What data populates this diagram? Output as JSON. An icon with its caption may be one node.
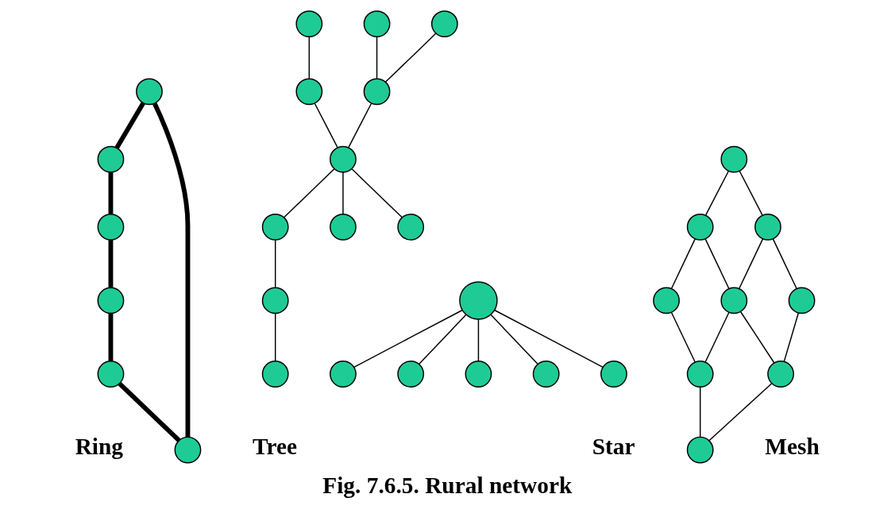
{
  "diagram": {
    "caption": "Fig. 7.6.5. Rural network",
    "nodes": [
      {
        "text": [],
        "shape": "circle"
      },
      {
        "text": [],
        "shape": "circle"
      },
      {
        "text": [],
        "shape": "circle"
      },
      {
        "text": [],
        "shape": "circle"
      },
      {
        "text": [],
        "shape": "circle"
      },
      {
        "text": [],
        "shape": "circle"
      },
      {
        "text": [],
        "shape": "circle"
      },
      {
        "text": [],
        "shape": "circle"
      },
      {
        "text": [],
        "shape": "circle"
      },
      {
        "text": [],
        "shape": "circle"
      },
      {
        "text": [],
        "shape": "circle"
      },
      {
        "text": [],
        "shape": "circle"
      },
      {
        "text": [],
        "shape": "circle"
      },
      {
        "text": [],
        "shape": "circle"
      },
      {
        "text": [],
        "shape": "circle"
      },
      {
        "text": [],
        "shape": "circle"
      },
      {
        "text": [],
        "shape": "circle"
      },
      {
        "text": [],
        "shape": "circle"
      },
      {
        "text": [],
        "shape": "circle"
      },
      {
        "text": [],
        "shape": "circle"
      },
      {
        "text": [],
        "shape": "circle"
      },
      {
        "text": [],
        "shape": "circle"
      },
      {
        "text": [],
        "shape": "circle"
      },
      {
        "text": [],
        "shape": "circle"
      },
      {
        "text": [],
        "shape": "circle"
      },
      {
        "text": [],
        "shape": "circle"
      },
      {
        "text": [],
        "shape": "circle"
      },
      {
        "text": [],
        "shape": "circle"
      },
      {
        "text": [],
        "shape": "circle"
      },
      {
        "text": [],
        "shape": "circle"
      },
      {
        "text": [],
        "shape": "circle"
      },
      {
        "text": [],
        "shape": "circle"
      }
    ],
    "edges": [
      {
        "from": 0,
        "to": 1,
        "arrow": "none",
        "style": "thick"
      },
      {
        "from": 1,
        "to": 3,
        "arrow": "none",
        "style": "thick"
      },
      {
        "from": 3,
        "to": 5,
        "arrow": "none",
        "style": "thick"
      },
      {
        "from": 5,
        "to": 4,
        "arrow": "none",
        "style": "thick"
      },
      {
        "from": 4,
        "to": 2,
        "arrow": "none",
        "style": "thick"
      },
      {
        "from": 2,
        "to": 0,
        "arrow": "none",
        "style": "thick"
      },
      {
        "from": 7,
        "to": 10,
        "arrow": "none"
      },
      {
        "from": 8,
        "to": 10,
        "arrow": "none"
      },
      {
        "from": 6,
        "to": 9,
        "arrow": "none"
      },
      {
        "from": 9,
        "to": 11,
        "arrow": "none"
      },
      {
        "from": 10,
        "to": 11,
        "arrow": "none"
      },
      {
        "from": 11,
        "to": 13,
        "arrow": "none"
      },
      {
        "from": 11,
        "to": 14,
        "arrow": "none"
      },
      {
        "from": 11,
        "to": 12,
        "arrow": "none"
      },
      {
        "from": 12,
        "to": 15,
        "arrow": "none"
      },
      {
        "from": 15,
        "to": 16,
        "arrow": "none"
      },
      {
        "from": 19,
        "to": 18,
        "arrow": "none"
      },
      {
        "from": 19,
        "to": 17,
        "arrow": "none"
      },
      {
        "from": 19,
        "to": 20,
        "arrow": "none"
      },
      {
        "from": 19,
        "to": 21,
        "arrow": "none"
      },
      {
        "from": 19,
        "to": 22,
        "arrow": "none"
      },
      {
        "from": 23,
        "to": 24,
        "arrow": "none"
      },
      {
        "from": 24,
        "to": 25,
        "arrow": "none"
      },
      {
        "from": 26,
        "to": 27,
        "arrow": "none"
      },
      {
        "from": 27,
        "to": 28,
        "arrow": "none"
      },
      {
        "from": 29,
        "to": 30,
        "arrow": "none"
      },
      {
        "from": 30,
        "to": 31,
        "arrow": "none"
      },
      {
        "from": 23,
        "to": 26,
        "arrow": "none"
      },
      {
        "from": 26,
        "to": 29,
        "arrow": "none"
      },
      {
        "from": 24,
        "to": 27,
        "arrow": "none"
      },
      {
        "from": 27,
        "to": 30,
        "arrow": "none"
      },
      {
        "from": 25,
        "to": 28,
        "arrow": "none"
      },
      {
        "from": 28,
        "to": 31,
        "arrow": "none"
      }
    ],
    "labels": [
      "Ring",
      "Star",
      "Mesh",
      "Tree"
    ]
  }
}
